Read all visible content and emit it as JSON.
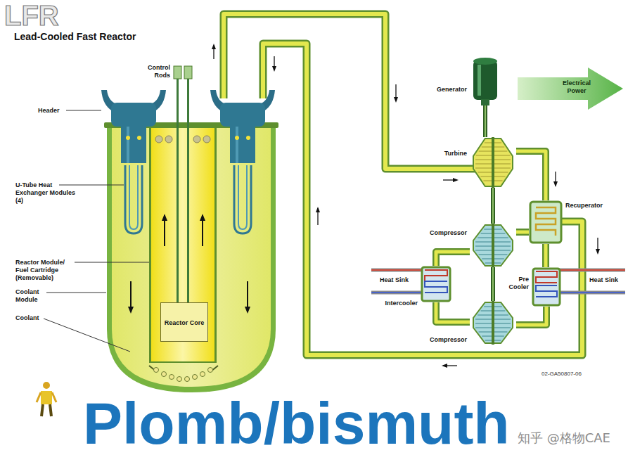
{
  "diagram": {
    "title": "Lead-Cooled Fast Reactor",
    "nodes": [
      {
        "text": [
          "Reactor Core"
        ]
      },
      {
        "text": [
          "Generator"
        ]
      },
      {
        "text": [
          "Turbine"
        ]
      },
      {
        "text": [
          "Recuperator"
        ]
      },
      {
        "text": [
          "Compressor"
        ]
      },
      {
        "text": [
          "Intercooler"
        ]
      },
      {
        "text": [
          "Pre Cooler"
        ]
      },
      {
        "text": [
          "Compressor"
        ]
      }
    ],
    "edges": [
      {
        "from": 1,
        "to": 2,
        "arrow": "none"
      },
      {
        "from": 2,
        "to": 4,
        "arrow": "none"
      },
      {
        "from": 4,
        "to": 7,
        "arrow": "none"
      },
      {
        "from": 2,
        "to": 3,
        "arrow": "none"
      },
      {
        "from": 3,
        "to": 6,
        "arrow": "none"
      },
      {
        "from": 6,
        "to": 7,
        "arrow": "none"
      },
      {
        "from": 7,
        "to": 5,
        "arrow": "none"
      },
      {
        "from": 5,
        "to": 4,
        "arrow": "none"
      },
      {
        "from": 4,
        "to": 3,
        "arrow": "none"
      }
    ],
    "labels": [
      "LFR",
      "Control Rods",
      "Header",
      "U-Tube Heat Exchanger Modules (4)",
      "Reactor Module/ Fuel Cartridge (Removable)",
      "Coolant Module",
      "Coolant",
      "Electrical Power",
      "Heat Sink",
      "Heat Sink",
      "02-GA50807-06",
      "Plomb/bismuth",
      "知乎 @格物CAE"
    ]
  }
}
